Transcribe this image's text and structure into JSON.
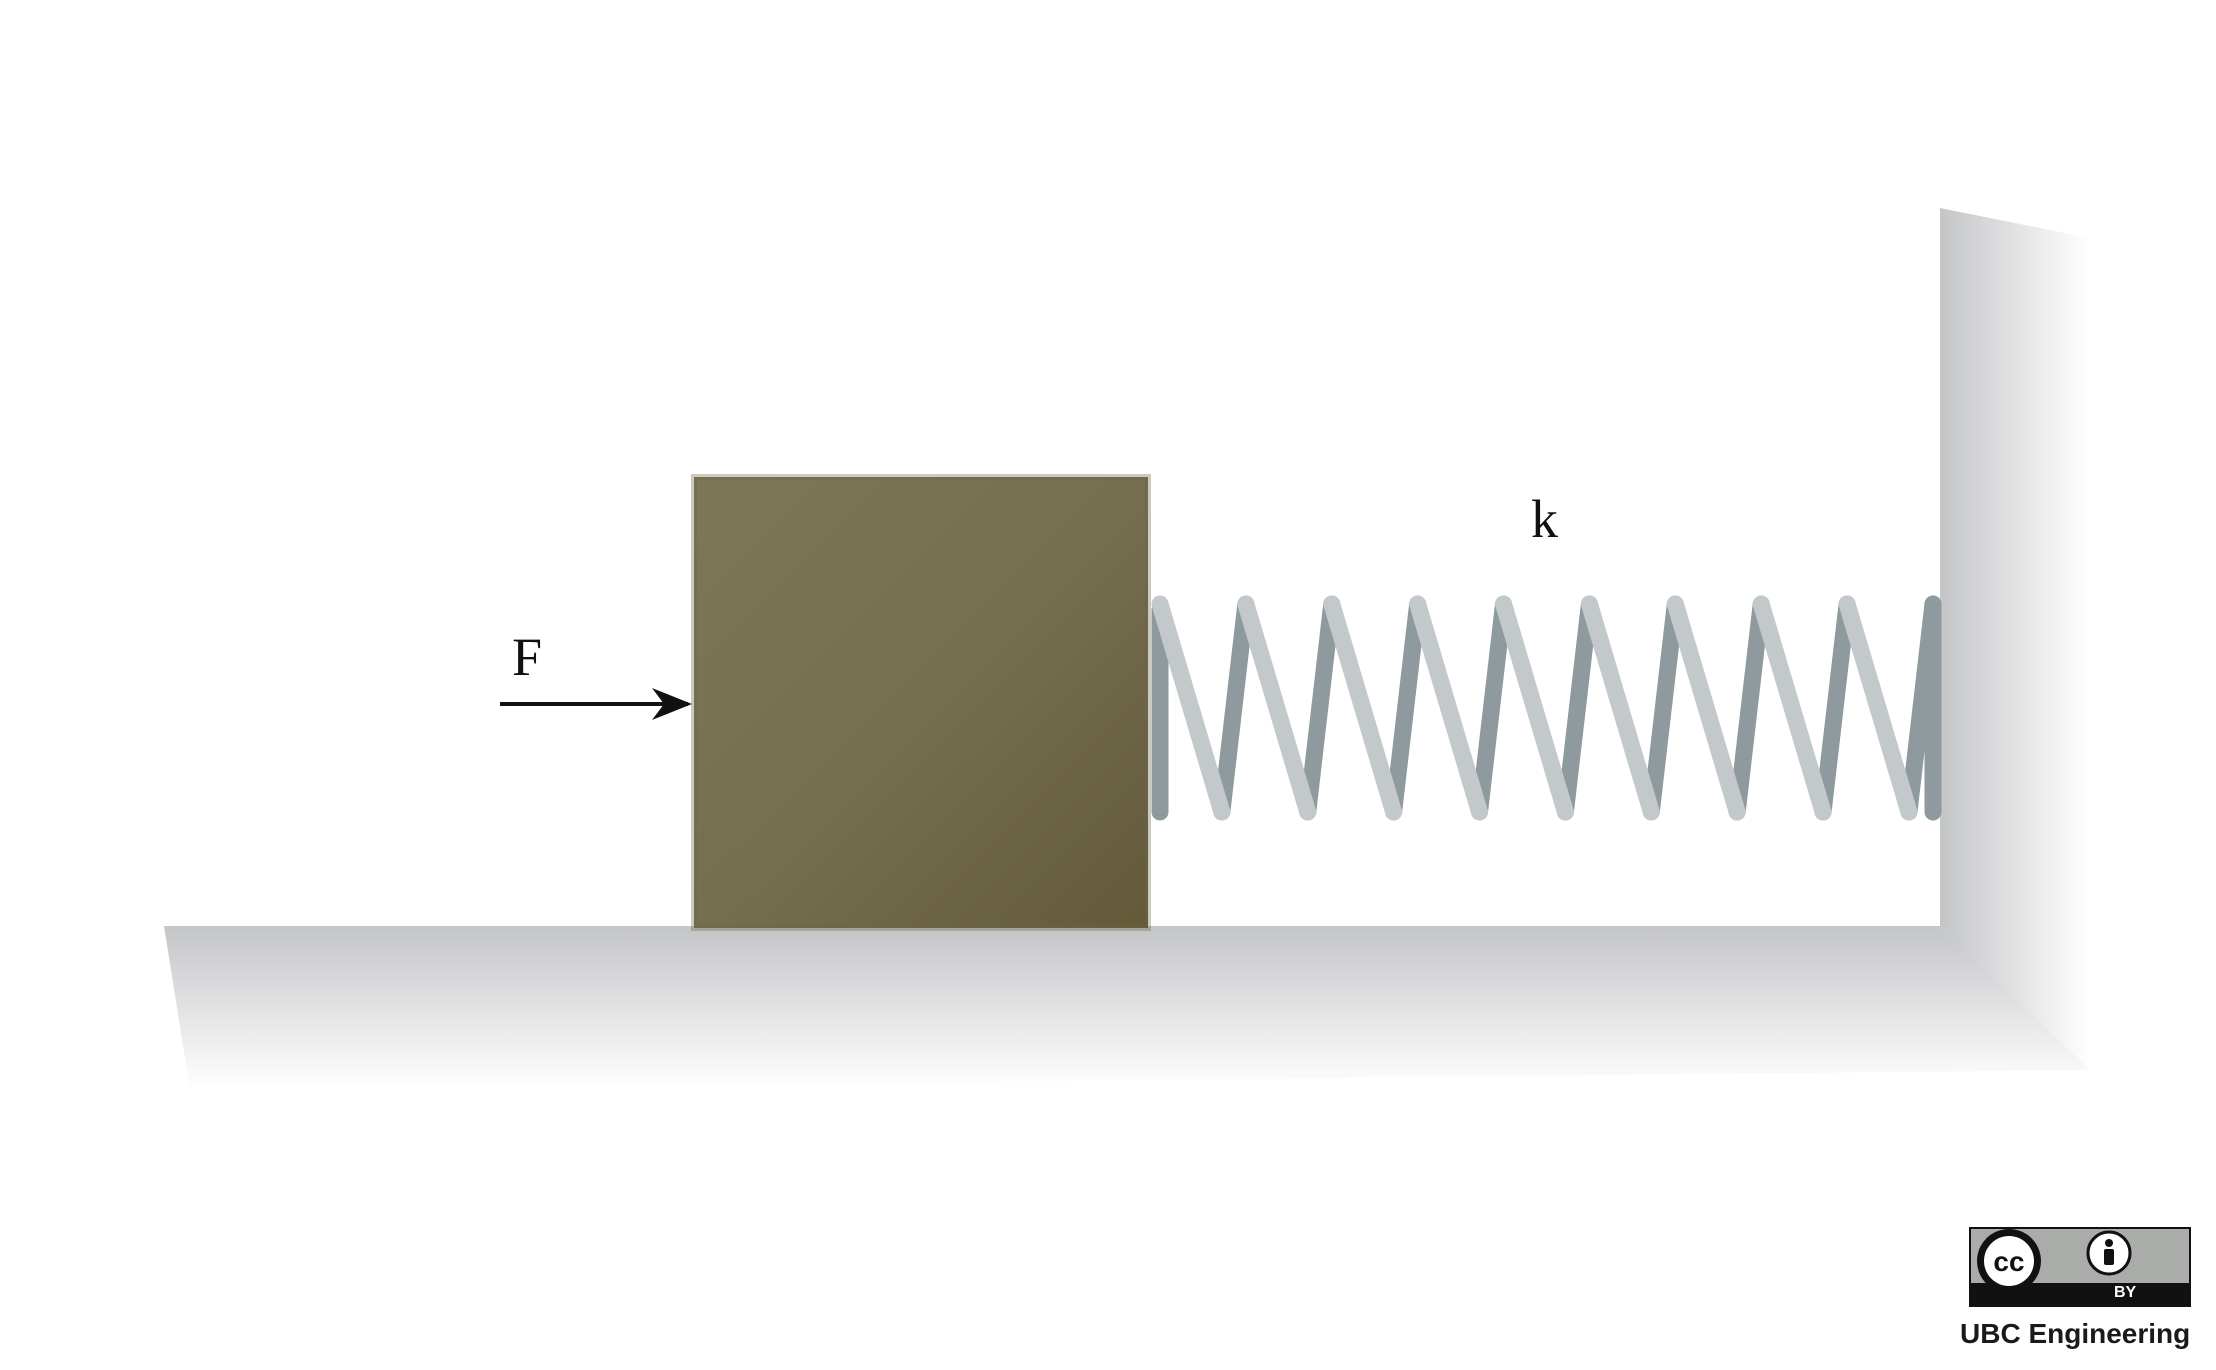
{
  "labels": {
    "force": "F",
    "spring": "k"
  },
  "license": {
    "badge": "BY",
    "credit": "UBC Engineering"
  },
  "colors": {
    "block": "#766f51",
    "spring_light": "#c3c8ca",
    "spring_dark": "#8e9a9d",
    "arrow": "#111111",
    "surface_shadow": "#c9cacc"
  },
  "icons": [
    "right-arrow",
    "cc-icon",
    "attribution-icon"
  ]
}
